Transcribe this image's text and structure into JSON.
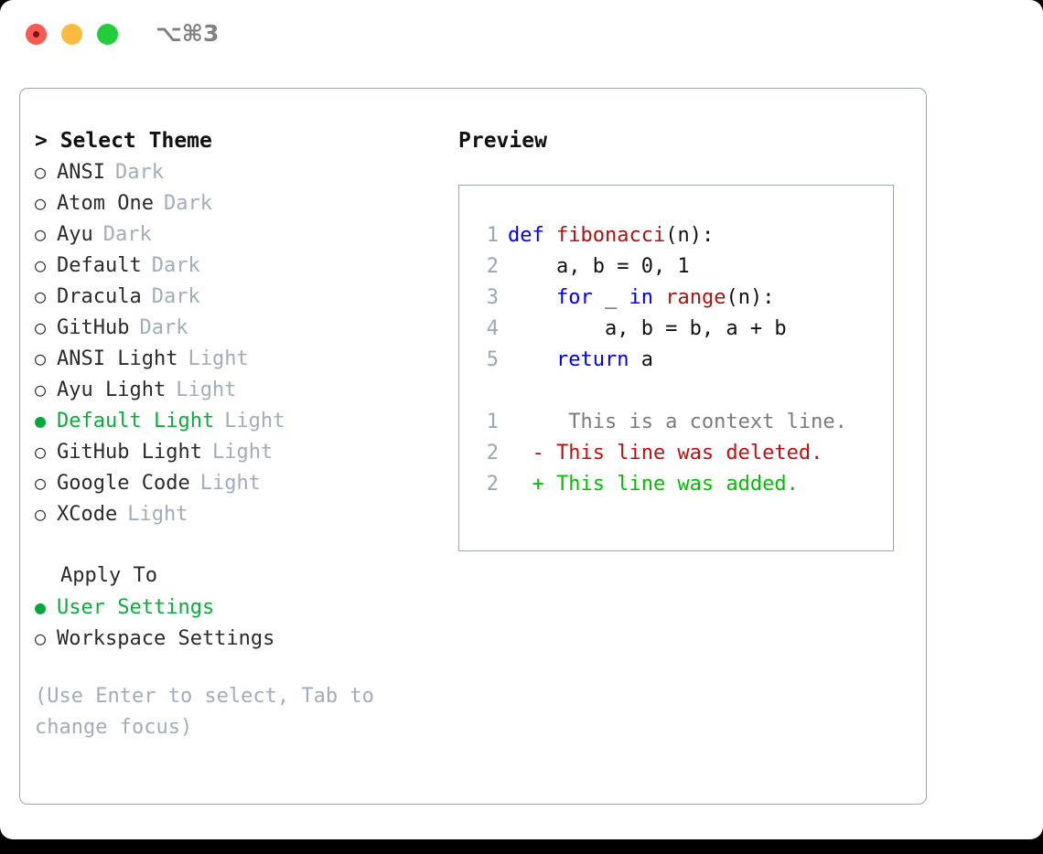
{
  "titlebar": {
    "shortcut": "⌥⌘3",
    "buttons": [
      {
        "name": "close",
        "color": "#fb5a52"
      },
      {
        "name": "minimize",
        "color": "#fcbb40"
      },
      {
        "name": "maximize",
        "color": "#23cd39"
      }
    ]
  },
  "theme_panel": {
    "heading": "> Select Theme",
    "marker_on": "●",
    "marker_off": "○",
    "items": [
      {
        "label": "ANSI",
        "category": "Dark",
        "selected": false
      },
      {
        "label": "Atom One",
        "category": "Dark",
        "selected": false
      },
      {
        "label": "Ayu",
        "category": "Dark",
        "selected": false
      },
      {
        "label": "Default",
        "category": "Dark",
        "selected": false
      },
      {
        "label": "Dracula",
        "category": "Dark",
        "selected": false
      },
      {
        "label": "GitHub",
        "category": "Dark",
        "selected": false
      },
      {
        "label": "ANSI Light",
        "category": "Light",
        "selected": false
      },
      {
        "label": "Ayu Light",
        "category": "Light",
        "selected": false
      },
      {
        "label": "Default Light",
        "category": "Light",
        "selected": true
      },
      {
        "label": "GitHub Light",
        "category": "Light",
        "selected": false
      },
      {
        "label": "Google Code",
        "category": "Light",
        "selected": false
      },
      {
        "label": "XCode",
        "category": "Light",
        "selected": false
      }
    ]
  },
  "apply_to": {
    "heading": "Apply To",
    "items": [
      {
        "label": "User Settings",
        "selected": true
      },
      {
        "label": "Workspace Settings",
        "selected": false
      }
    ]
  },
  "hint": "(Use Enter to select, Tab to change focus)",
  "preview": {
    "title": "Preview",
    "code_lines": [
      {
        "number": "1",
        "tokens": [
          {
            "text": "def ",
            "type": "keyword"
          },
          {
            "text": "fibonacci",
            "type": "function"
          },
          {
            "text": "(n):",
            "type": "plain"
          }
        ]
      },
      {
        "number": "2",
        "tokens": [
          {
            "text": "    a, b = 0, 1",
            "type": "plain"
          }
        ]
      },
      {
        "number": "3",
        "tokens": [
          {
            "text": "    ",
            "type": "plain"
          },
          {
            "text": "for",
            "type": "keyword"
          },
          {
            "text": " _ ",
            "type": "plain"
          },
          {
            "text": "in",
            "type": "keyword"
          },
          {
            "text": " ",
            "type": "plain"
          },
          {
            "text": "range",
            "type": "function"
          },
          {
            "text": "(n):",
            "type": "plain"
          }
        ]
      },
      {
        "number": "4",
        "tokens": [
          {
            "text": "        a, b = b, a + b",
            "type": "plain"
          }
        ]
      },
      {
        "number": "5",
        "tokens": [
          {
            "text": "    ",
            "type": "plain"
          },
          {
            "text": "return",
            "type": "keyword"
          },
          {
            "text": " a",
            "type": "plain"
          }
        ]
      }
    ],
    "diff_lines": [
      {
        "number": "1",
        "sign": " ",
        "text": "  This is a context line.",
        "type": "context"
      },
      {
        "number": "2",
        "sign": "-",
        "text": " This line was deleted.",
        "type": "deleted"
      },
      {
        "number": "2",
        "sign": "+",
        "text": " This line was added.",
        "type": "added"
      }
    ]
  },
  "colors": {
    "accent_green": "#07ae3c",
    "diff_added": "#00c000",
    "diff_deleted": "#bf1111",
    "keyword_blue": "#0000f0",
    "function_red": "#b01010",
    "muted": "#a2acbb",
    "border": "#9aa5b5"
  }
}
